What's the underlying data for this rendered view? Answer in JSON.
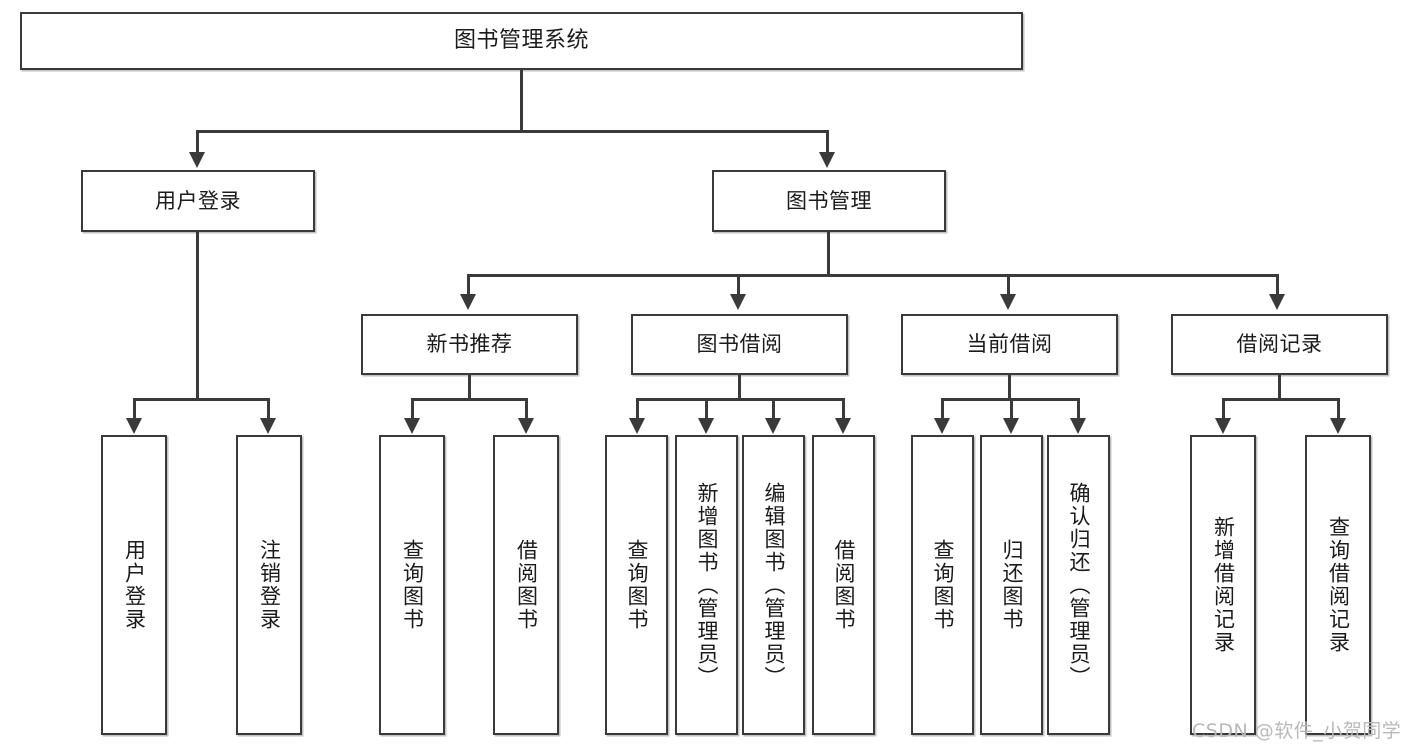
{
  "diagram": {
    "title": "图书管理系统",
    "type": "hierarchy-tree",
    "levels": 4,
    "root": {
      "label": "图书管理系统"
    },
    "level2": [
      {
        "label": "用户登录"
      },
      {
        "label": "图书管理"
      }
    ],
    "level3": [
      {
        "label": "新书推荐",
        "parent": "图书管理"
      },
      {
        "label": "图书借阅",
        "parent": "图书管理"
      },
      {
        "label": "当前借阅",
        "parent": "图书管理"
      },
      {
        "label": "借阅记录",
        "parent": "图书管理"
      }
    ],
    "leaves": {
      "user_login": [
        {
          "label": "用户登录"
        },
        {
          "label": "注销登录"
        }
      ],
      "new_book_recommend": [
        {
          "label": "查询图书"
        },
        {
          "label": "借阅图书"
        }
      ],
      "book_borrow": [
        {
          "label": "查询图书"
        },
        {
          "label": "新增图书（管理员）"
        },
        {
          "label": "编辑图书（管理员）"
        },
        {
          "label": "借阅图书"
        }
      ],
      "current_borrow": [
        {
          "label": "查询图书"
        },
        {
          "label": "归还图书"
        },
        {
          "label": "确认归还（管理员）"
        }
      ],
      "borrow_record": [
        {
          "label": "新增借阅记录"
        },
        {
          "label": "查询借阅记录"
        }
      ]
    }
  },
  "watermark": {
    "text": "CSDN @软件_小贺同学"
  },
  "colors": {
    "stroke": "#3a3a3a",
    "box_fill": "#ffffff",
    "text": "#1b1b1b",
    "watermark": "#b9b9b9",
    "page_background": "#ffffff"
  }
}
